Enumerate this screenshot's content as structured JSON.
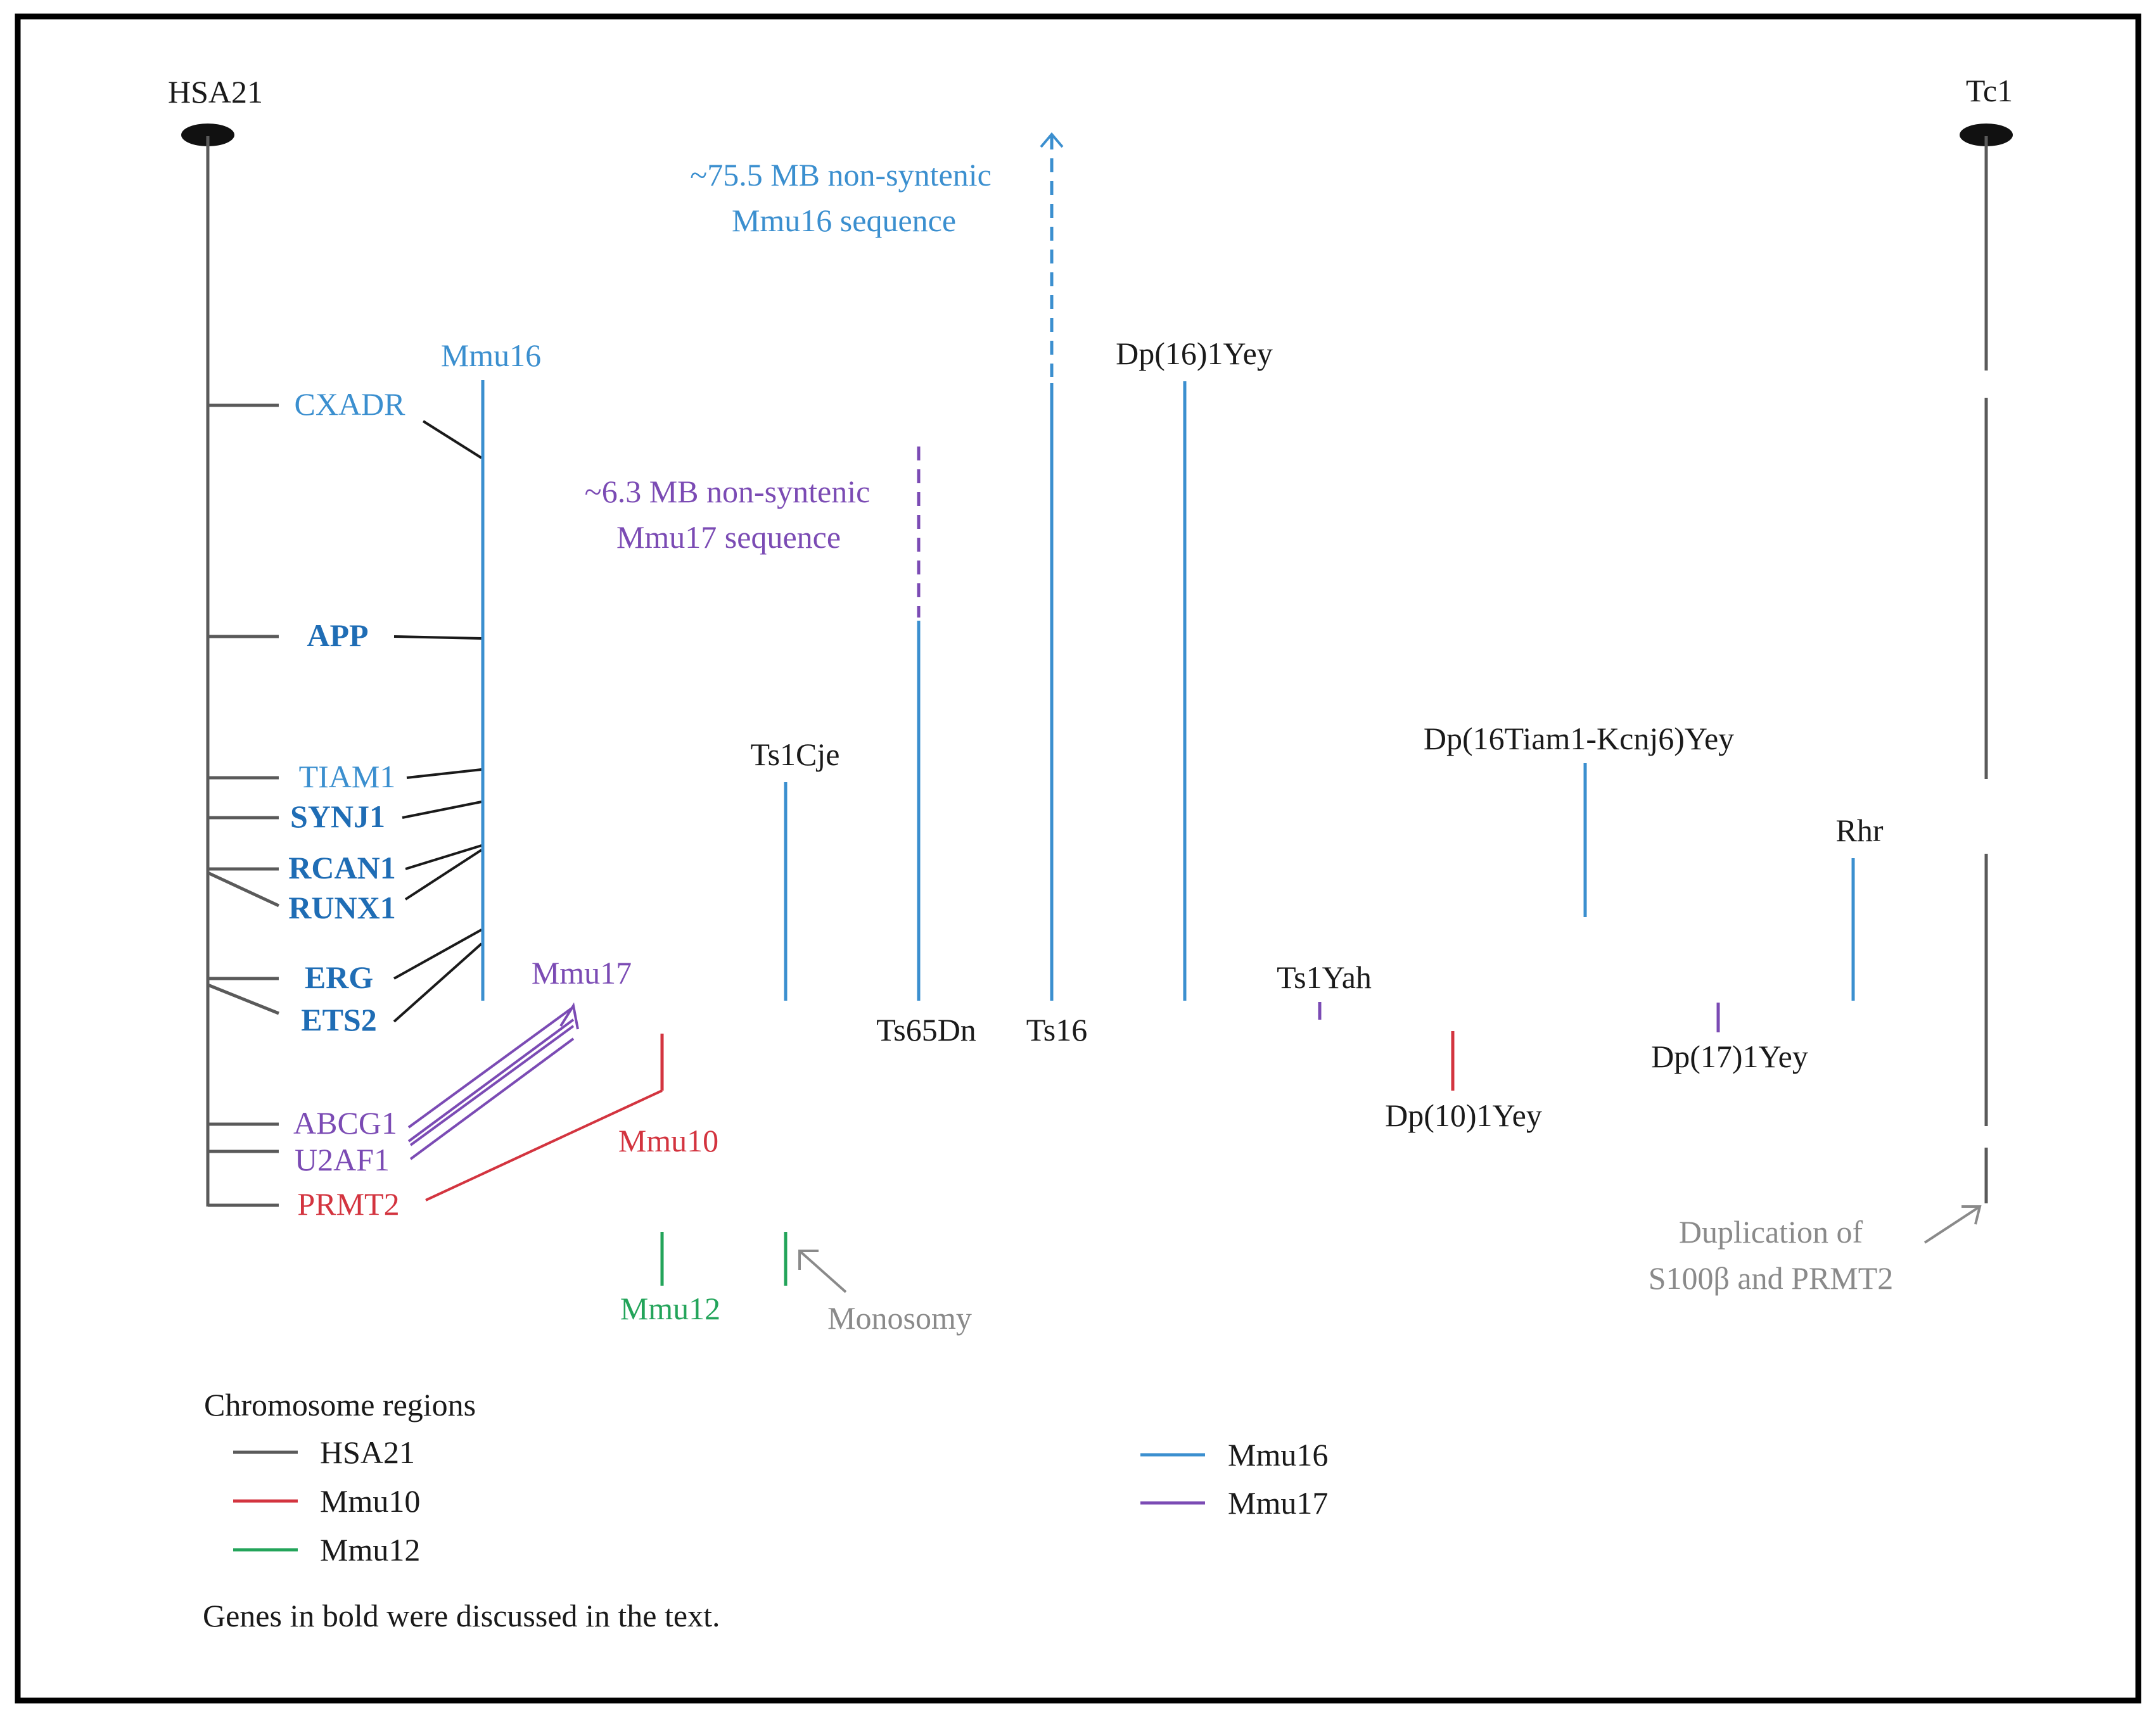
{
  "colors": {
    "hsa21": "#5a5a5a",
    "mmu16": "#3b8fcf",
    "mmu17": "#7b4bb4",
    "mmu10": "#d3343f",
    "mmu12": "#23a45a",
    "gene_bold_blue": "#1f6db5",
    "annotation_gray": "#8a8a8a",
    "text_dark": "#1a1a1a"
  },
  "chromosomes": {
    "left_title": "HSA21",
    "right_title": "Tc1"
  },
  "genes": [
    {
      "name": "CXADR",
      "color": "mmu16",
      "bold": false
    },
    {
      "name": "APP",
      "color": "gene_bold_blue",
      "bold": true
    },
    {
      "name": "TIAM1",
      "color": "mmu16",
      "bold": false
    },
    {
      "name": "SYNJ1",
      "color": "gene_bold_blue",
      "bold": true
    },
    {
      "name": "RCAN1",
      "color": "gene_bold_blue",
      "bold": true
    },
    {
      "name": "RUNX1",
      "color": "gene_bold_blue",
      "bold": true
    },
    {
      "name": "ERG",
      "color": "gene_bold_blue",
      "bold": true
    },
    {
      "name": "ETS2",
      "color": "gene_bold_blue",
      "bold": true
    },
    {
      "name": "ABCG1",
      "color": "mmu17",
      "bold": false
    },
    {
      "name": "U2AF1",
      "color": "mmu17",
      "bold": false
    },
    {
      "name": "PRMT2",
      "color": "mmu10",
      "bold": false
    }
  ],
  "regions": {
    "mmu16": "Mmu16",
    "mmu17": "Mmu17",
    "mmu10": "Mmu10",
    "mmu12": "Mmu12"
  },
  "models": {
    "ts1cje": "Ts1Cje",
    "ts65dn": "Ts65Dn",
    "ts16": "Ts16",
    "dp16": "Dp(16)1Yey",
    "ts1yah": "Ts1Yah",
    "dp10": "Dp(10)1Yey",
    "dp16tiam": "Dp(16Tiam1-Kcnj6)Yey",
    "dp17": "Dp(17)1Yey",
    "rhr": "Rhr"
  },
  "annotations": {
    "mmu16_nonsyntenic_line1": "~75.5 MB non-syntenic",
    "mmu16_nonsyntenic_line2": "Mmu16 sequence",
    "mmu17_nonsyntenic_line1": "~6.3 MB non-syntenic",
    "mmu17_nonsyntenic_line2": "Mmu17 sequence",
    "monosomy": "Monosomy",
    "duplication_line1": "Duplication of",
    "duplication_line2": "S100β and PRMT2"
  },
  "legend": {
    "title": "Chromosome regions",
    "items": [
      {
        "label": "HSA21",
        "color": "hsa21"
      },
      {
        "label": "Mmu10",
        "color": "mmu10"
      },
      {
        "label": "Mmu12",
        "color": "mmu12"
      },
      {
        "label": "Mmu16",
        "color": "mmu16"
      },
      {
        "label": "Mmu17",
        "color": "mmu17"
      }
    ],
    "footnote": "Genes in bold were discussed in the text."
  }
}
